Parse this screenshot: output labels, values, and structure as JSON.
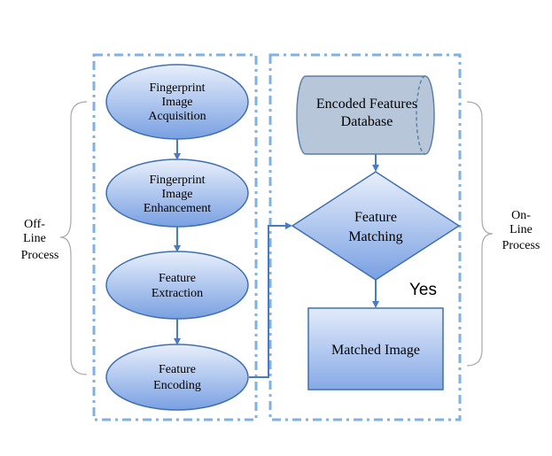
{
  "offline": {
    "nodes": [
      {
        "lines": [
          "Fingerprint",
          "Image",
          "Acquisition"
        ]
      },
      {
        "lines": [
          "Fingerprint",
          "Image",
          "Enhancement"
        ]
      },
      {
        "lines": [
          "Feature",
          "Extraction"
        ]
      },
      {
        "lines": [
          "Feature",
          "Encoding"
        ]
      }
    ],
    "side_label": [
      "Off-",
      "Line",
      "Process"
    ]
  },
  "online": {
    "database": {
      "lines": [
        "Encoded Features",
        "Database"
      ]
    },
    "decision": {
      "lines": [
        "Feature",
        "Matching"
      ]
    },
    "yes_label": "Yes",
    "result": {
      "label": "Matched Image"
    },
    "side_label": [
      "On-",
      "Line",
      "Process"
    ]
  },
  "colors": {
    "border": "#7fb2e0",
    "node_stroke": "#3f6fb0",
    "node_fill_top": "#e6eefb",
    "node_fill_bottom": "#7aa2e3",
    "db_fill": "#b7c7d9",
    "db_stroke": "#5b7fa8",
    "arrow": "#4a7bc0"
  }
}
